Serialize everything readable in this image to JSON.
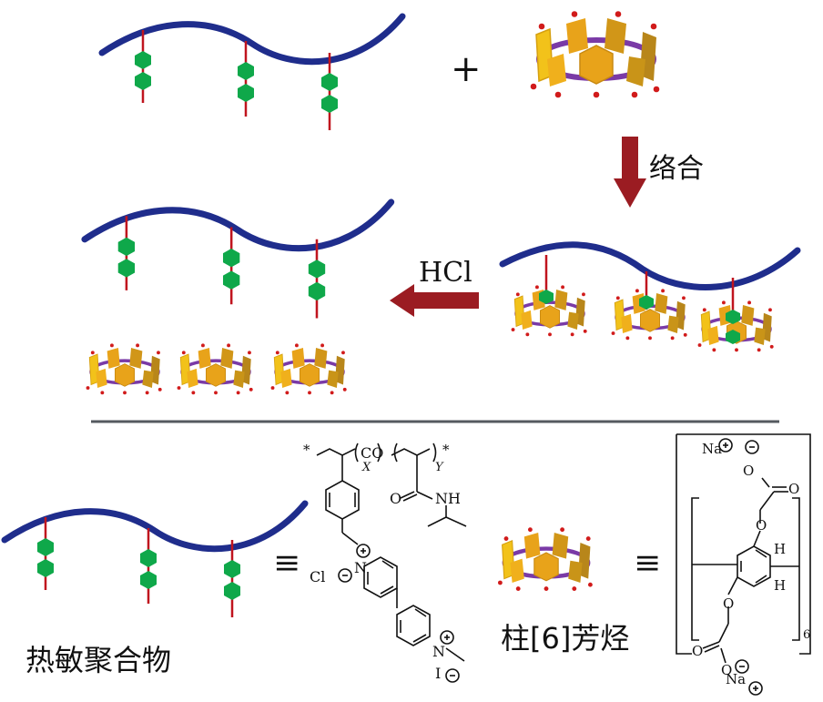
{
  "labels": {
    "plus": "+",
    "complexation": "络合",
    "acid": "HCl",
    "thermo_polymer": "热敏聚合物",
    "pillararene": "柱[6]芳烃",
    "equiv_1": "≡",
    "equiv_2": "≡"
  },
  "polymer_structure": {
    "end_star_left": "*",
    "end_star_right": "*",
    "co": "CO",
    "sub_x": "X",
    "sub_y": "Y",
    "amide_o": "O",
    "amide_nh": "NH",
    "chloride": "Cl",
    "iodide": "I",
    "n_plus_1": "N",
    "n_plus_2": "N",
    "plus_sign": "+",
    "minus_sign": "−"
  },
  "pillararene_structure": {
    "na_top": "Na",
    "na_bottom": "Na",
    "o_top_carbonyl": "O",
    "o_top_ester": "O",
    "o_top_ether": "O",
    "o_bottom_ether": "O",
    "o_bottom_carbonyl": "O",
    "o_bottom_ester": "O",
    "h1": "H",
    "h2": "H",
    "repeat_n": "6"
  },
  "colors": {
    "backbone": "#1f2d8c",
    "linker": "#c0141e",
    "guest": "#0fa84a",
    "ring_gold": "#e8a31a",
    "ring_dark": "#b8861a",
    "ring_link": "#7a3aa6",
    "arrow": "#9b1c22",
    "divider": "#555a5f"
  }
}
